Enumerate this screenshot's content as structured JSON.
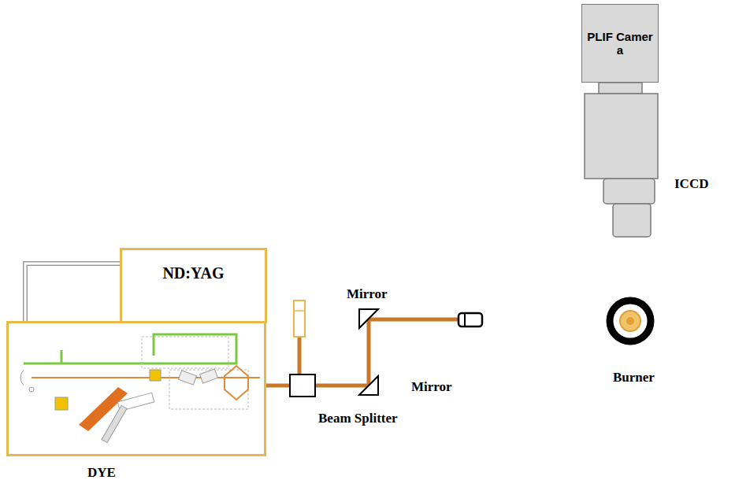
{
  "diagram": {
    "nodes": [
      {
        "text": [
          "PLIF Camer a"
        ]
      },
      {
        "text": [
          "ND:YAG"
        ]
      },
      {
        "text": [
          "DYE"
        ]
      }
    ],
    "edges": [
      {
        "from": 1,
        "to": 2,
        "arrow": "none"
      }
    ],
    "labels": [
      "Mirror",
      "Mirror",
      "Beam Splitter",
      "ICCD",
      "Burner"
    ]
  }
}
